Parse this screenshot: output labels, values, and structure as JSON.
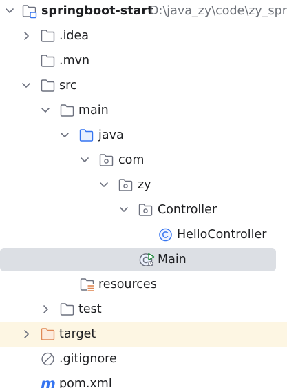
{
  "project_tree": {
    "root": {
      "label": "springboot-start",
      "path": "D:\\java_zy\\code\\zy_spri"
    },
    "items": [
      {
        "label": ".idea"
      },
      {
        "label": ".mvn"
      },
      {
        "label": "src"
      },
      {
        "label": "main"
      },
      {
        "label": "java"
      },
      {
        "label": "com"
      },
      {
        "label": "zy"
      },
      {
        "label": "Controller"
      },
      {
        "label": "HelloController"
      },
      {
        "label": "Main"
      },
      {
        "label": "resources"
      },
      {
        "label": "test"
      },
      {
        "label": "target"
      },
      {
        "label": ".gitignore"
      },
      {
        "label": "pom.xml"
      }
    ]
  },
  "colors": {
    "selection": "#dcdfe4",
    "excluded_folder_bg": "#fdf6e3",
    "source_folder": "#3574f0",
    "excluded_folder": "#e08855",
    "class_icon": "#3574f0",
    "run_icon": "#208a3c",
    "maven_icon": "#3574f0",
    "resources_lines": "#e08855"
  }
}
